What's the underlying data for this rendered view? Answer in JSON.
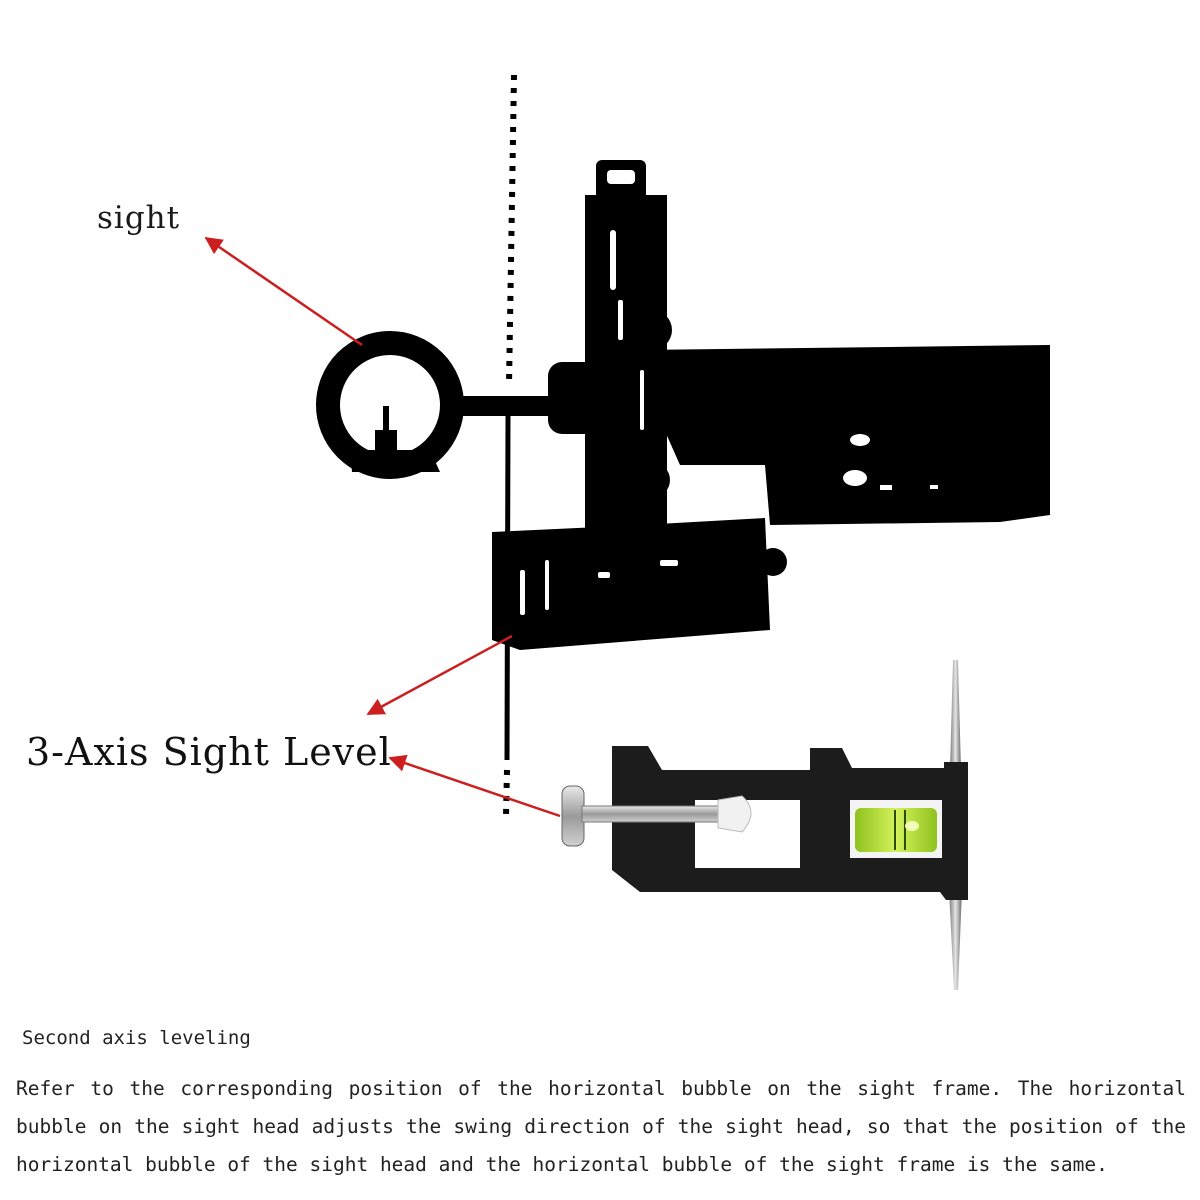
{
  "labels": {
    "sight": "sight",
    "sight_level": "3-Axis Sight Level"
  },
  "caption": {
    "title": "Second axis leveling",
    "body": "Refer to the corresponding position of the horizontal bubble on the sight frame. The horizontal bubble on the sight head adjusts the swing direction of the sight head, so that the position of the horizontal bubble of the sight head and the horizontal bubble of the sight frame is the same."
  },
  "colors": {
    "arrow": "#cc1f1f",
    "silhouette": "#000000",
    "bubble_liquid": "#b7e23a",
    "level_body": "#1c1c1c"
  }
}
